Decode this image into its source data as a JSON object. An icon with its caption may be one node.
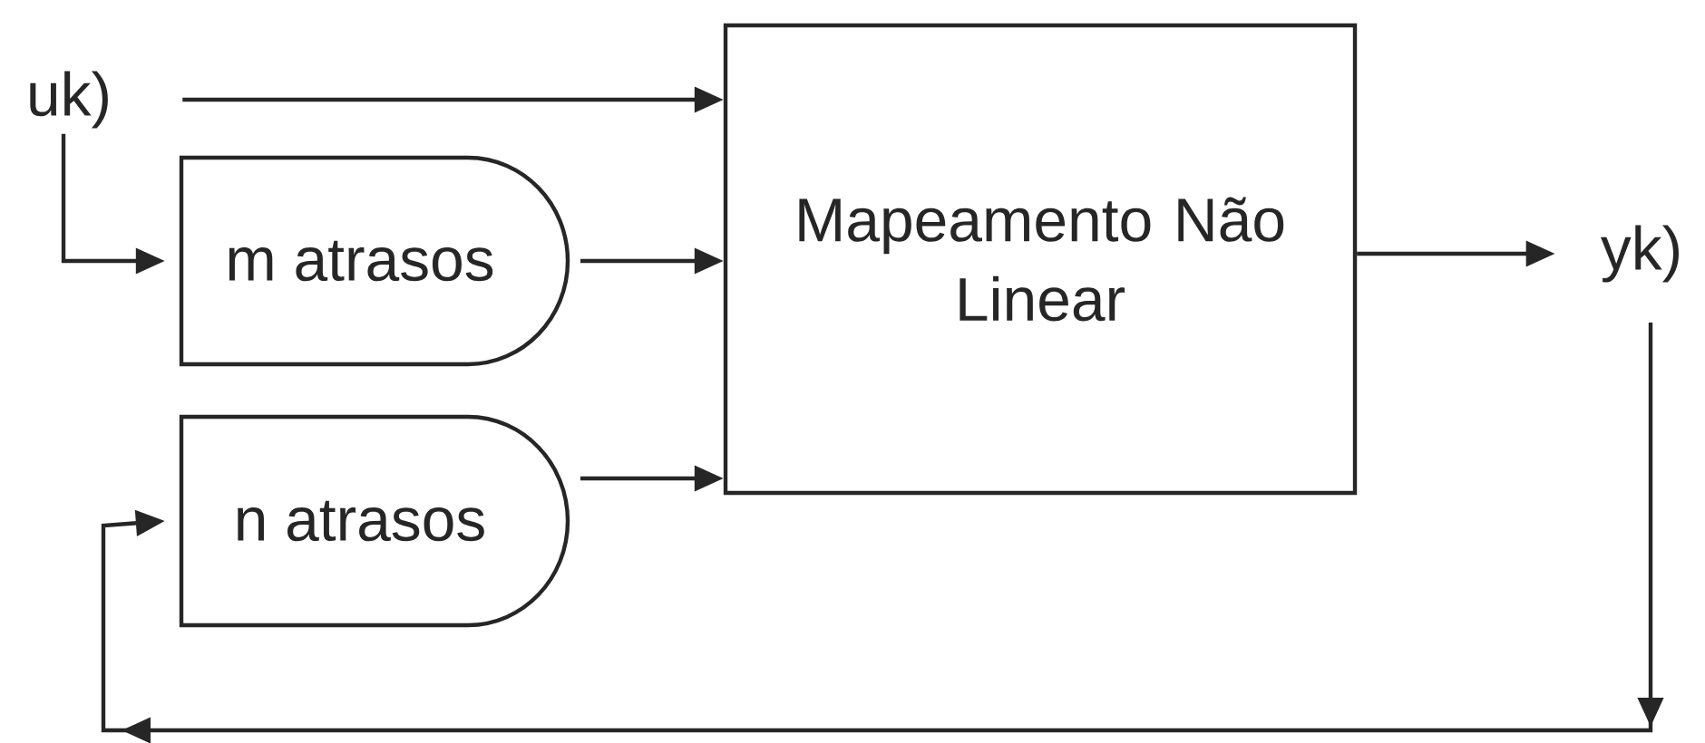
{
  "diagram": {
    "nodes": [
      {
        "text": [
          "uk)"
        ]
      },
      {
        "text": [
          "m atrasos"
        ]
      },
      {
        "text": [
          "n atrasos"
        ]
      },
      {
        "text": [
          "Mapeamento Não Linear"
        ]
      },
      {
        "text": [
          "yk)"
        ]
      }
    ],
    "edges": [
      {
        "from": 0,
        "to": 3,
        "arrow": "to"
      },
      {
        "from": 0,
        "to": 1,
        "arrow": "to"
      },
      {
        "from": 1,
        "to": 3,
        "arrow": "to"
      },
      {
        "from": 2,
        "to": 3,
        "arrow": "to"
      },
      {
        "from": 3,
        "to": 4,
        "arrow": "to"
      },
      {
        "from": 4,
        "to": 2,
        "arrow": "to"
      }
    ]
  }
}
